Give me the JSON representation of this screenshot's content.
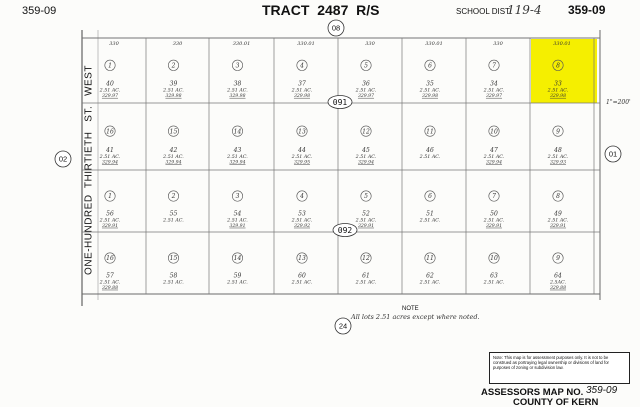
{
  "header": {
    "map_number_left": "359-09",
    "tract_title": "TRACT  2487  R/S",
    "school_district_label": "SCHOOL DIST.",
    "school_district_value": "119-4",
    "map_number_right": "359-09"
  },
  "roads": {
    "top_road_number": "08",
    "left_road_number": "02",
    "right_road_number": "01",
    "bottom_road_number": "24",
    "street_label": "ONE-HUNDRED  THIRTIETH   ST.   WEST"
  },
  "block_labels": [
    "091",
    "092"
  ],
  "scale_label": "1\"=200'",
  "top_dimension_labels": [
    "330",
    "330",
    "330.01",
    "330.01",
    "330",
    "330.01",
    "330",
    "330.01"
  ],
  "highlight_color": "#f5ef00",
  "rows": [
    {
      "lots": [
        {
          "num": "1",
          "label": "40",
          "acres": "2.51 AC.",
          "value": "329.97"
        },
        {
          "num": "2",
          "label": "39",
          "acres": "2.51 AC.",
          "value": "329.98"
        },
        {
          "num": "3",
          "label": "38",
          "acres": "2.51 AC.",
          "value": "329.98"
        },
        {
          "num": "4",
          "label": "37",
          "acres": "2.51 AC.",
          "value": "329.98"
        },
        {
          "num": "5",
          "label": "36",
          "acres": "2.51 AC.",
          "value": "329.97"
        },
        {
          "num": "6",
          "label": "35",
          "acres": "2.51 AC.",
          "value": "329.98"
        },
        {
          "num": "7",
          "label": "34",
          "acres": "2.51 AC.",
          "value": "329.97"
        },
        {
          "num": "8",
          "label": "33",
          "acres": "2.51 AC.",
          "value": "329.98",
          "highlighted": true
        }
      ]
    },
    {
      "lots": [
        {
          "num": "16",
          "label": "41",
          "acres": "2.51 AC.",
          "value": "329.94"
        },
        {
          "num": "15",
          "label": "42",
          "acres": "2.51 AC.",
          "value": "329.94"
        },
        {
          "num": "14",
          "label": "43",
          "acres": "2.51 AC.",
          "value": "329.94"
        },
        {
          "num": "13",
          "label": "44",
          "acres": "2.51 AC.",
          "value": "329.95"
        },
        {
          "num": "12",
          "label": "45",
          "acres": "2.51 AC.",
          "value": "329.94"
        },
        {
          "num": "11",
          "label": "46",
          "acres": "2.51 AC.",
          "value": ""
        },
        {
          "num": "10",
          "label": "47",
          "acres": "2.51 AC.",
          "value": "329.94"
        },
        {
          "num": "9",
          "label": "48",
          "acres": "2.51 AC.",
          "value": "329.93"
        }
      ]
    },
    {
      "lots": [
        {
          "num": "1",
          "label": "56",
          "acres": "2.51 AC.",
          "value": "329.91"
        },
        {
          "num": "2",
          "label": "55",
          "acres": "2.51 AC.",
          "value": ""
        },
        {
          "num": "3",
          "label": "54",
          "acres": "2.51 AC.",
          "value": "329.91"
        },
        {
          "num": "4",
          "label": "53",
          "acres": "2.51 AC.",
          "value": "329.92"
        },
        {
          "num": "5",
          "label": "52",
          "acres": "2.51 AC.",
          "value": "329.91"
        },
        {
          "num": "6",
          "label": "51",
          "acres": "2.51 AC.",
          "value": ""
        },
        {
          "num": "7",
          "label": "50",
          "acres": "2.51 AC.",
          "value": "329.91"
        },
        {
          "num": "8",
          "label": "49",
          "acres": "2.51 AC.",
          "value": "329.91"
        }
      ]
    },
    {
      "lots": [
        {
          "num": "16",
          "label": "57",
          "acres": "2.51 AC.",
          "value": "329.88"
        },
        {
          "num": "15",
          "label": "58",
          "acres": "2.51 AC.",
          "value": ""
        },
        {
          "num": "14",
          "label": "59",
          "acres": "2.51 AC.",
          "value": ""
        },
        {
          "num": "13",
          "label": "60",
          "acres": "2.51 AC.",
          "value": ""
        },
        {
          "num": "12",
          "label": "61",
          "acres": "2.51 AC.",
          "value": ""
        },
        {
          "num": "11",
          "label": "62",
          "acres": "2.51 AC.",
          "value": ""
        },
        {
          "num": "10",
          "label": "63",
          "acres": "2.51 AC.",
          "value": ""
        },
        {
          "num": "9",
          "label": "64",
          "acres": "2.5AC.",
          "value": "329.88"
        }
      ]
    }
  ],
  "note": {
    "title": "NOTE",
    "text": "All lots 2.51 acres except where noted."
  },
  "disclaimer": "Note: This map is for assessment purposes only. It is not to be construed as portraying legal ownership or divisions of land for purposes of zoning or subdivision law.",
  "footer": {
    "line1_label": "ASSESSORS MAP NO.",
    "line1_value": "359-09",
    "line2": "COUNTY OF KERN"
  }
}
